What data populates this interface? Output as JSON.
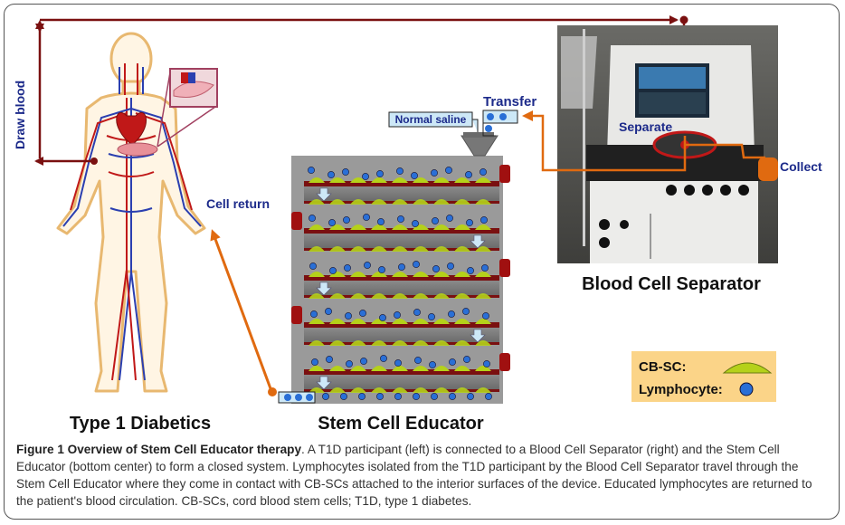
{
  "labels": {
    "draw_blood": "Draw blood",
    "cell_return": "Cell return",
    "transfer": "Transfer",
    "normal_saline": "Normal saline",
    "separate": "Separate",
    "collect": "Collect",
    "type1": "Type 1 Diabetics",
    "educator": "Stem Cell Educator",
    "separator": "Blood Cell Separator"
  },
  "legend": {
    "cbsc": "CB-SC:",
    "lymphocyte": "Lymphocyte:"
  },
  "caption": {
    "title": "Figure 1 Overview of Stem Cell Educator therapy",
    "body": ". A T1D participant (left) is connected to a Blood Cell Separator (right) and the Stem Cell Educator (bottom center) to form a closed system. Lymphocytes isolated from the T1D participant by the Blood Cell Separator travel through the Stem Cell Educator where they come in contact with CB-SCs attached to the interior surfaces of the device. Educated lymphocytes are returned to the patient's blood circulation. CB-SCs, cord blood stem cells; T1D, type 1 diabetes."
  },
  "colors": {
    "dark_red": "#7a1010",
    "orange": "#e06a10",
    "label_blue": "#1c2a8a",
    "lymph_blue": "#2a6fd6",
    "cbsc_green": "#b5d11a",
    "legend_bg": "#fbd488"
  }
}
